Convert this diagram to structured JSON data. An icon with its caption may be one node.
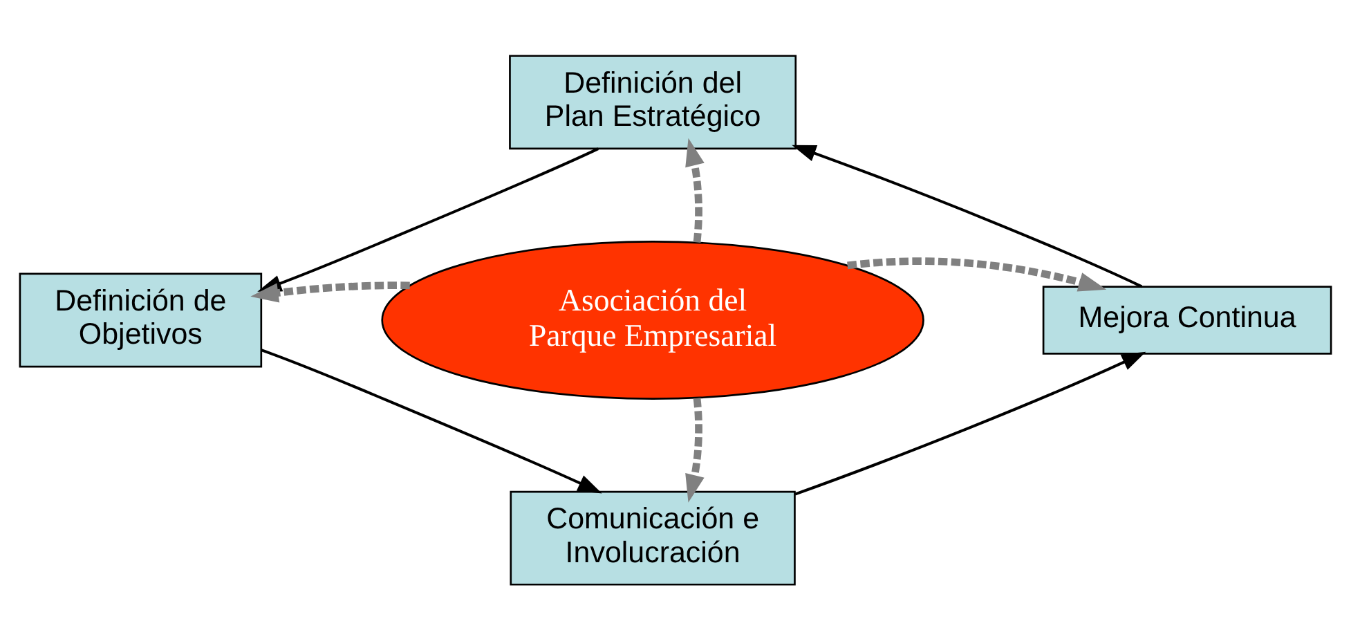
{
  "diagram": {
    "nodes": [
      {
        "text": [
          "Definición del Plan Estratégico"
        ]
      },
      {
        "text": [
          "Definición de Objetivos"
        ]
      },
      {
        "text": [
          "Asociación del Parque Empresarial"
        ]
      },
      {
        "text": [
          "Mejora Continua"
        ]
      },
      {
        "text": [
          "Comunicación e Involucración"
        ]
      }
    ],
    "edges": [
      {
        "from": 0,
        "to": 1,
        "arrow": "to"
      },
      {
        "from": 1,
        "to": 4,
        "arrow": "to"
      },
      {
        "from": 4,
        "to": 3,
        "arrow": "to"
      },
      {
        "from": 3,
        "to": 0,
        "arrow": "to"
      },
      {
        "from": 2,
        "to": 0,
        "arrow": "to",
        "style": "dashed",
        "color": "#808080"
      },
      {
        "from": 2,
        "to": 1,
        "arrow": "to",
        "style": "dashed",
        "color": "#808080"
      },
      {
        "from": 2,
        "to": 3,
        "arrow": "to",
        "style": "dashed",
        "color": "#808080"
      },
      {
        "from": 2,
        "to": 4,
        "arrow": "to",
        "style": "dashed",
        "color": "#808080"
      }
    ]
  }
}
